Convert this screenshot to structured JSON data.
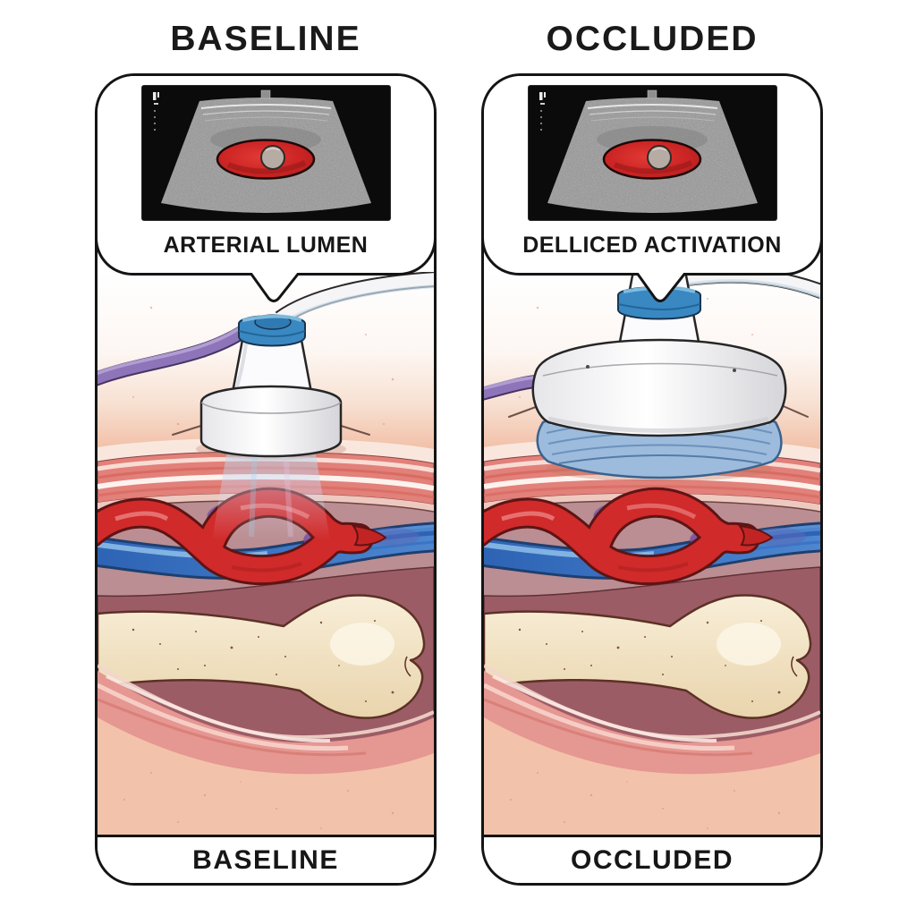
{
  "figure": {
    "type": "two-panel medical illustration, ultrasound of arterial occlusion",
    "background": "#ffffff",
    "text_color": "#1a1a1a",
    "panels": [
      {
        "id": "baseline",
        "header": "BASELINE",
        "ultrasound_caption": "ARTERIAL LUMEN",
        "footer": "BASELINE",
        "icons": {
          "orientation_marker_icon": "small gray square",
          "depth_ruler_icon": "dotted vertical scale"
        }
      },
      {
        "id": "occluded",
        "header": "OCCLUDED",
        "ultrasound_caption": "DELLICED ACTIVATION",
        "footer": "OCCLUDED",
        "icons": {
          "orientation_marker_icon": "small gray square",
          "depth_ruler_icon": "dotted vertical scale"
        }
      }
    ],
    "colors": {
      "artery_red": "#d02a2a",
      "vein_blue": "#2e63b4",
      "doppler_lumen_red": "#cc2424",
      "catheter_core_gray": "#b6aca4",
      "bone_cream": "#f3e6c6",
      "skin_salmon": "#f2c2aa",
      "muscle_pink": "#e2807a",
      "fascia_mauve": "#ba8e92",
      "deep_tissue_maroon": "#9c5c66",
      "probe_ring_blue": "#3a88c2",
      "cable_purple": "#8e75b9",
      "gel_pad_blue": "#9dbbdc",
      "ultrasound_background": "#0b0b0b",
      "panel_border": "#141414"
    }
  }
}
